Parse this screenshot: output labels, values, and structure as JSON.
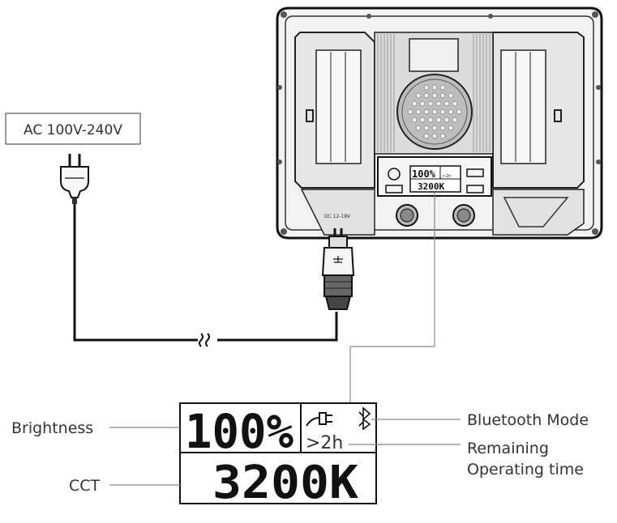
{
  "power_label": "AC 100V-240V",
  "panel": {
    "dc_label": "DC 12-18V",
    "mini_brightness": "100%",
    "mini_time": ">2h",
    "mini_cct": "3200K"
  },
  "lcd": {
    "brightness": "100%",
    "remaining_time": ">2h",
    "cct": "3200K"
  },
  "callouts": {
    "brightness": "Brightness",
    "cct": "CCT",
    "bluetooth": "Bluetooth Mode",
    "remaining_line1": "Remaining",
    "remaining_line2": "Operating time"
  },
  "icons": [
    "power-plug-icon",
    "bluetooth-icon",
    "dc-connector-icon",
    "knob-icon"
  ]
}
